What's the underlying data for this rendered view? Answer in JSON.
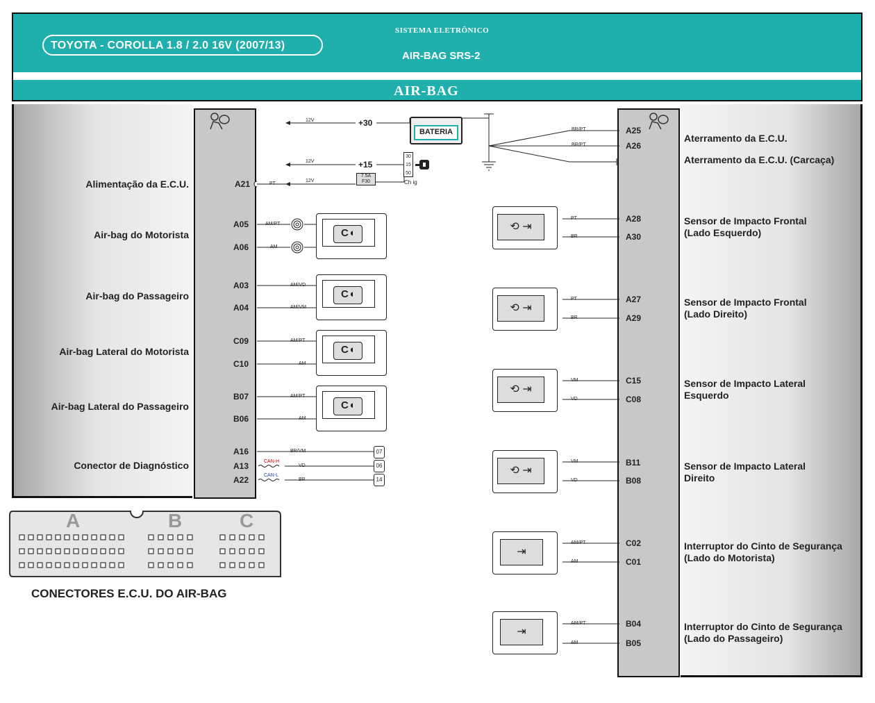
{
  "header": {
    "vehicle": "TOYOTA - COROLLA  1.8 / 2.0 16V (2007/13)",
    "system_label": "SISTEMA ELETRÔNICO",
    "system_name": "AIR-BAG SRS-2",
    "banner": "AIR-BAG"
  },
  "power": {
    "battery": "BATERIA",
    "plus30": "+30",
    "plus15": "+15",
    "v12": "12V",
    "fuse_value": "7.5A",
    "fuse_id": "F30",
    "ignition": "Ch ig",
    "ign_pins": [
      "30",
      "15",
      "50"
    ]
  },
  "left_components": [
    {
      "label": "Alimentação da E.C.U.",
      "pins": [
        {
          "pin": "A21",
          "wire": "PT"
        }
      ]
    },
    {
      "label": "Air-bag do Motorista",
      "pins": [
        {
          "pin": "A05",
          "wire": "AM/PT"
        },
        {
          "pin": "A06",
          "wire": "AM"
        }
      ]
    },
    {
      "label": "Air-bag do Passageiro",
      "pins": [
        {
          "pin": "A03",
          "wire": "AM/VD"
        },
        {
          "pin": "A04",
          "wire": "AM/VM"
        }
      ]
    },
    {
      "label": "Air-bag Lateral do Motorista",
      "pins": [
        {
          "pin": "C09",
          "wire": "AM/PT"
        },
        {
          "pin": "C10",
          "wire": "AM"
        }
      ]
    },
    {
      "label": "Air-bag Lateral do Passageiro",
      "pins": [
        {
          "pin": "B07",
          "wire": "AM/PT"
        },
        {
          "pin": "B06",
          "wire": "AM"
        }
      ]
    },
    {
      "label": "Conector de Diagnóstico",
      "pins": [
        {
          "pin": "A16",
          "wire": "BR/VM",
          "term": "07"
        },
        {
          "pin": "A13",
          "wire": "VD",
          "bus": "CAN-H",
          "term": "06"
        },
        {
          "pin": "A22",
          "wire": "BR",
          "bus": "CAN-L",
          "term": "14"
        }
      ]
    }
  ],
  "right_components": [
    {
      "label": "Aterramento da E.C.U.",
      "pins": [
        {
          "pin": "A25",
          "wire": "BR/PT"
        }
      ]
    },
    {
      "label": "Aterramento da E.C.U. (Carcaça)",
      "pins": [
        {
          "pin": "A26",
          "wire": "BR/PT"
        }
      ]
    },
    {
      "label": "Sensor de Impacto Frontal (Lado Esquerdo)",
      "pins": [
        {
          "pin": "A28",
          "wire": "PT"
        },
        {
          "pin": "A30",
          "wire": "BR"
        }
      ]
    },
    {
      "label": "Sensor de Impacto Frontal (Lado Direito)",
      "pins": [
        {
          "pin": "A27",
          "wire": "PT"
        },
        {
          "pin": "A29",
          "wire": "BR"
        }
      ]
    },
    {
      "label": "Sensor de Impacto Lateral Esquerdo",
      "pins": [
        {
          "pin": "C15",
          "wire": "VM"
        },
        {
          "pin": "C08",
          "wire": "VD"
        }
      ]
    },
    {
      "label": "Sensor de Impacto Lateral Direito",
      "pins": [
        {
          "pin": "B11",
          "wire": "VM"
        },
        {
          "pin": "B08",
          "wire": "VD"
        }
      ]
    },
    {
      "label": "Interruptor do Cinto de Segurança (Lado do Motorista)",
      "pins": [
        {
          "pin": "C02",
          "wire": "AM/PT"
        },
        {
          "pin": "C01",
          "wire": "AM"
        }
      ]
    },
    {
      "label": "Interruptor do Cinto de Segurança (Lado do Passageiro)",
      "pins": [
        {
          "pin": "B04",
          "wire": "AM/PT"
        },
        {
          "pin": "B05",
          "wire": "AM"
        }
      ]
    }
  ],
  "connector": {
    "title": "CONECTORES E.C.U. DO AIR-BAG",
    "blocks": [
      "A",
      "B",
      "C"
    ]
  },
  "icons": [
    "airbag-person-icon",
    "battery-icon",
    "ignition-key-icon",
    "ground-icon",
    "airbag-module-icon",
    "impact-sensor-icon",
    "seatbelt-switch-icon",
    "clock-spring-icon"
  ]
}
